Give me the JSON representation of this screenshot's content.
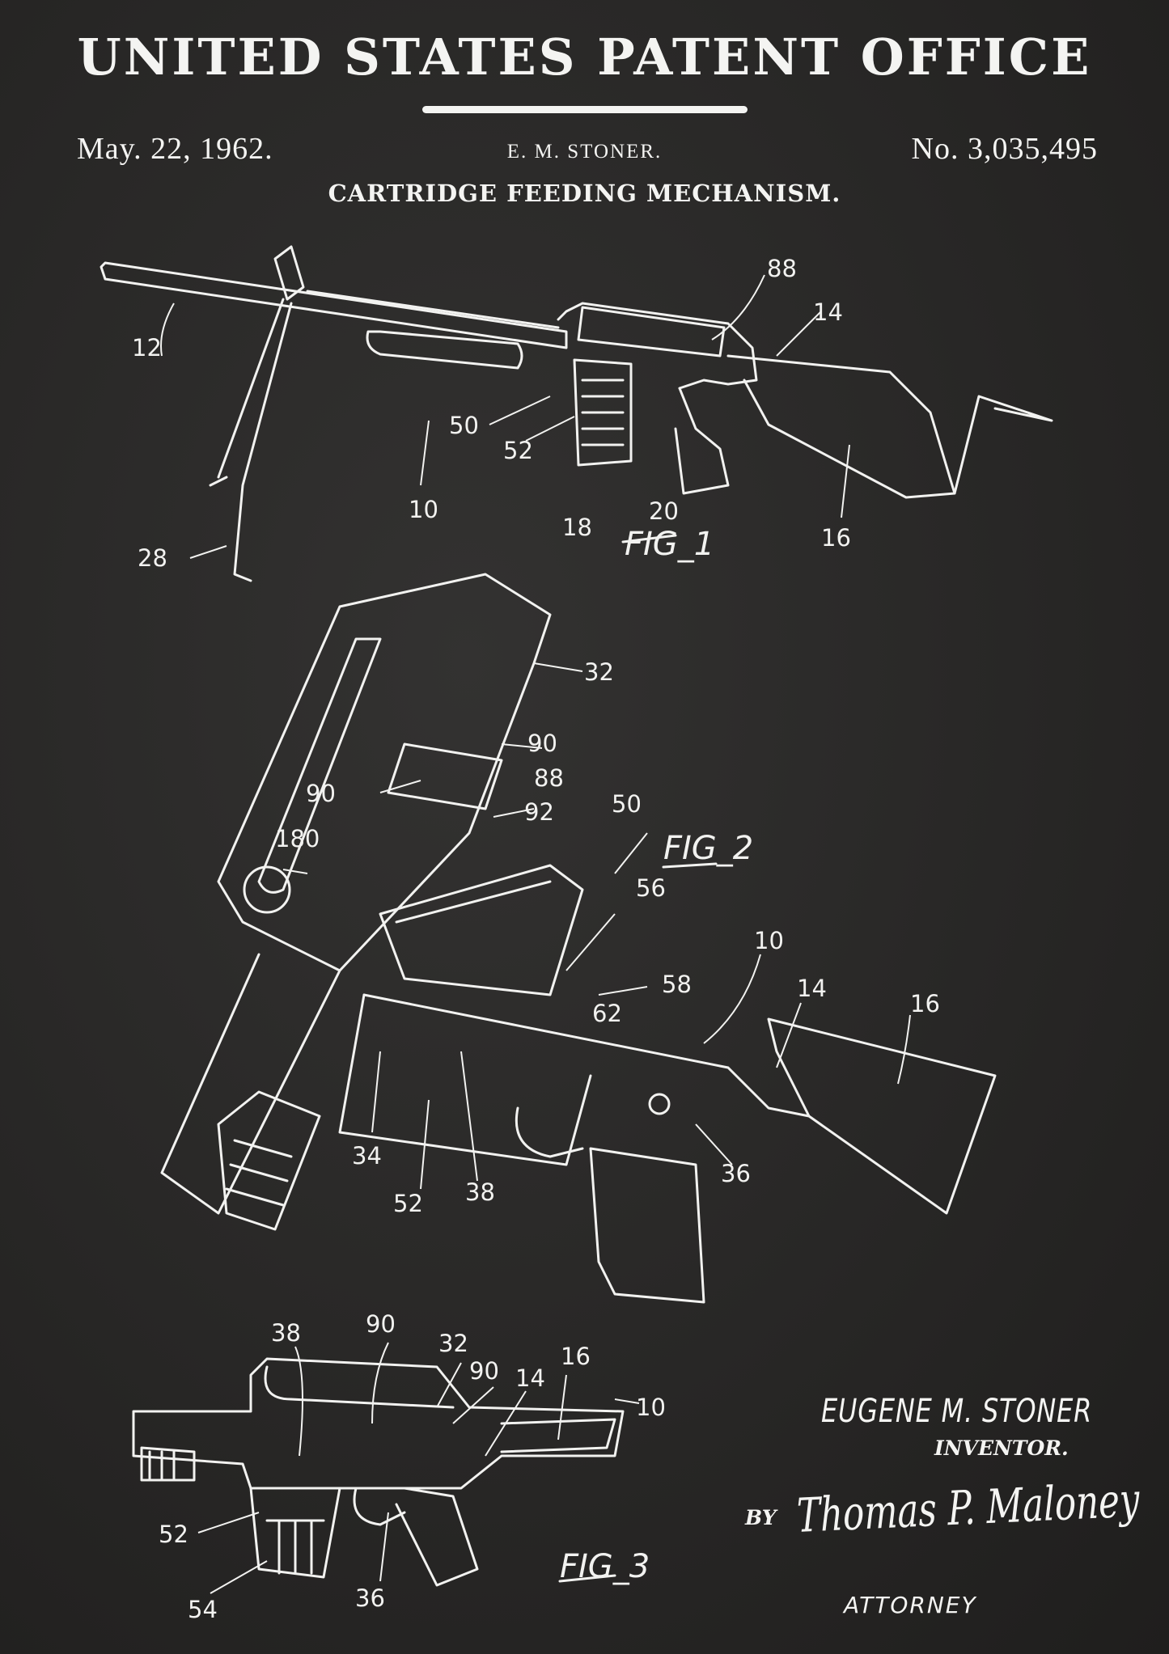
{
  "header": {
    "title": "UNITED STATES PATENT OFFICE",
    "date": "May. 22, 1962.",
    "inventor_short": "E. M. STONER.",
    "patent_number": "No. 3,035,495",
    "subtitle": "CARTRIDGE FEEDING MECHANISM."
  },
  "figures": [
    {
      "label": "FIG_1",
      "refs": [
        "12",
        "88",
        "14",
        "50",
        "52",
        "10",
        "18",
        "20",
        "16",
        "28"
      ]
    },
    {
      "label": "FIG_2",
      "refs": [
        "32",
        "90",
        "90",
        "88",
        "92",
        "50",
        "180",
        "56",
        "10",
        "58",
        "14",
        "16",
        "62",
        "34",
        "52",
        "38",
        "36"
      ]
    },
    {
      "label": "FIG_3",
      "refs": [
        "38",
        "90",
        "32",
        "90",
        "14",
        "16",
        "10",
        "52",
        "54",
        "36"
      ]
    }
  ],
  "footer": {
    "inventor_name": "EUGENE M. STONER",
    "inventor_label": "INVENTOR.",
    "by": "BY",
    "signature": "Thomas P. Maloney",
    "attorney_label": "ATTORNEY"
  },
  "colors": {
    "background": "#2a2928",
    "ink": "#f2f2f0"
  }
}
